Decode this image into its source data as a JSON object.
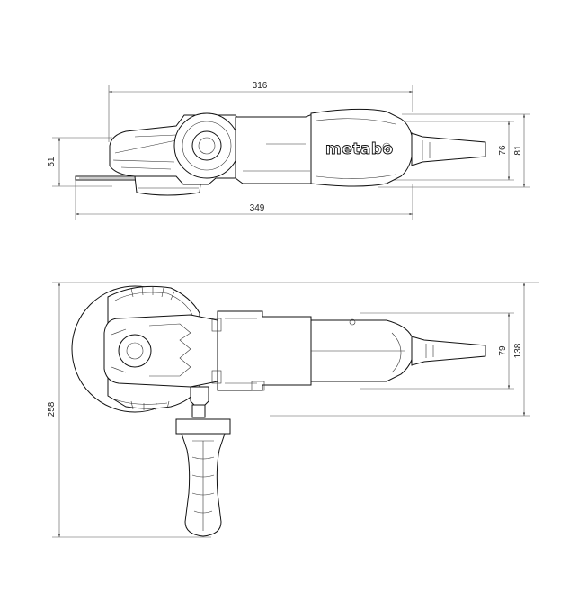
{
  "brand": "metabo",
  "top_view": {
    "dimensions": {
      "length_body": "316",
      "length_total": "349",
      "height_left": "51",
      "height_right_inner": "76",
      "height_right_outer": "81"
    }
  },
  "side_view": {
    "dimensions": {
      "height_total": "258",
      "height_body_inner": "79",
      "height_body_outer": "138"
    }
  }
}
